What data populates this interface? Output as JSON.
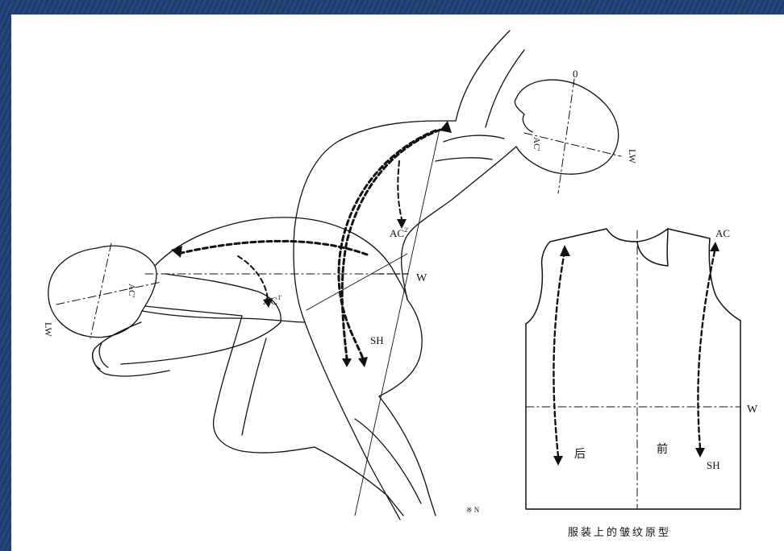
{
  "labels": {
    "head_top_zero": "0",
    "head_top_lw": "LW",
    "head_top_ac": "AC'",
    "torso_ac2": "AC",
    "torso_ac2_sup": "2'",
    "waist_w": "W",
    "head_low_lw": "LW",
    "head_low_ac": "AC'",
    "arm_ac": "AC",
    "arm_ac_sup": "1'",
    "hip_sh": "SH",
    "garment_ac": "AC",
    "garment_w": "W",
    "garment_sh": "SH",
    "garment_back": "后",
    "garment_front": "前",
    "corner_scribble": "※ N"
  },
  "caption": "服装上的皱纹原型",
  "colors": {
    "background": "#1f3f6e",
    "panel": "#ffffff",
    "ink": "#111111"
  }
}
